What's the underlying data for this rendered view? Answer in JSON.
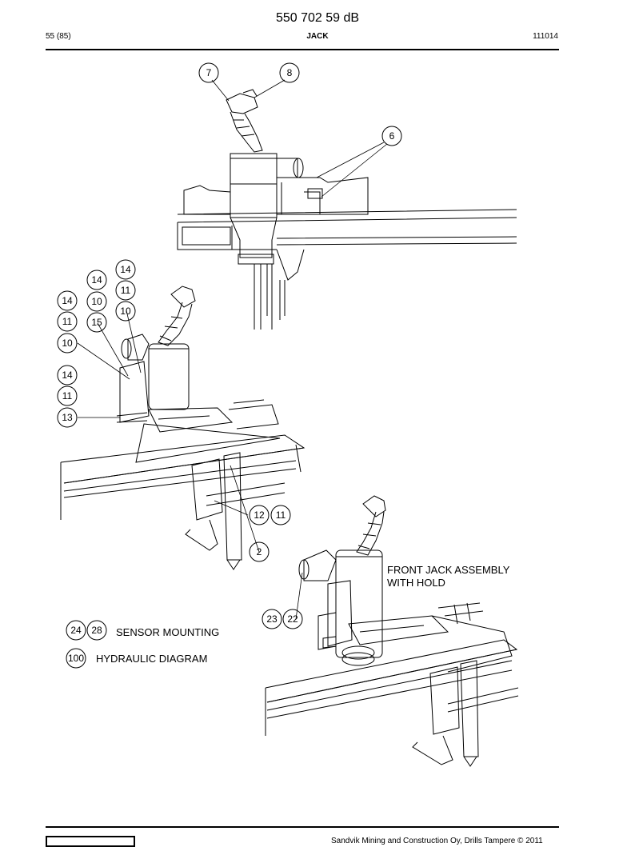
{
  "header": {
    "doc_number": "550 702 59 dB",
    "page": "55 (85)",
    "section": "JACK",
    "date_code": "111014"
  },
  "callouts": {
    "c7": "7",
    "c8": "8",
    "c6": "6",
    "c14a": "14",
    "c14b": "14",
    "c14c": "14",
    "c14d": "14",
    "c11a": "11",
    "c11b": "11",
    "c11c": "11",
    "c10a": "10",
    "c10b": "10",
    "c10c": "10",
    "c15": "15",
    "c13": "13",
    "c12": "12",
    "c11d": "11",
    "c2": "2",
    "c23": "23",
    "c22": "22",
    "c24": "24",
    "c28": "28",
    "c100": "100"
  },
  "labels": {
    "front_jack_line1": "FRONT JACK ASSEMBLY",
    "front_jack_line2": "WITH HOLD",
    "sensor_mounting": "SENSOR MOUNTING",
    "hydraulic_diagram": "HYDRAULIC DIAGRAM"
  },
  "footer": {
    "copyright": "Sandvik Mining and Construction Oy, Drills Tampere © 2011"
  }
}
